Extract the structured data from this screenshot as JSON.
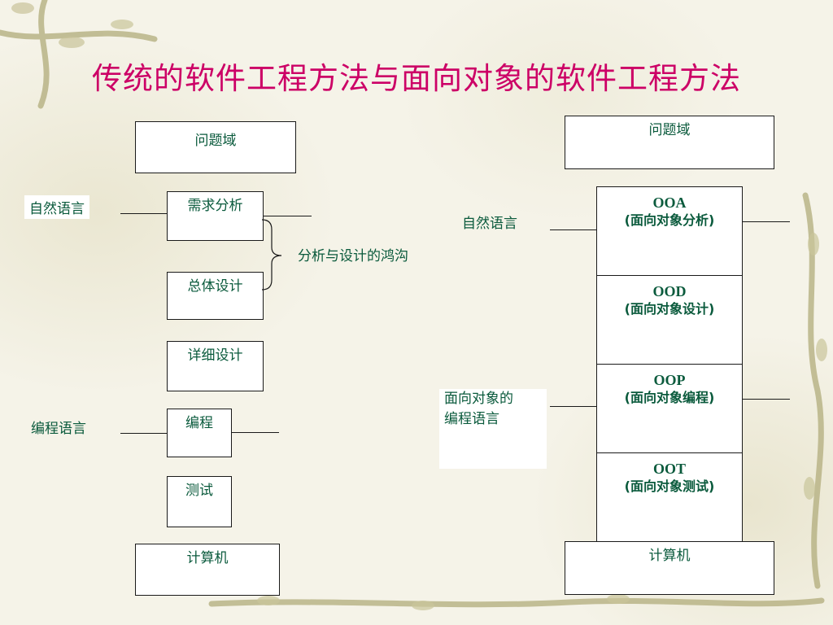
{
  "title": "传统的软件工程方法与面向对象的软件工程方法",
  "left": {
    "problem_domain": "问题域",
    "natural_language": "自然语言",
    "requirements": "需求分析",
    "overall_design": "总体设计",
    "detailed_design": "详细设计",
    "programming_language": "编程语言",
    "coding": "编程",
    "testing": "测试",
    "computer": "计算机",
    "gap_label": "分析与设计的鸿沟"
  },
  "right": {
    "problem_domain": "问题域",
    "natural_language": "自然语言",
    "oo_programming_language": [
      "面向对象的",
      "编程语言"
    ],
    "stages": [
      {
        "abbr": "OOA",
        "full": "(面向对象分析)"
      },
      {
        "abbr": "OOD",
        "full": "(面向对象设计)"
      },
      {
        "abbr": "OOP",
        "full": "(面向对象编程)"
      },
      {
        "abbr": "OOT",
        "full": "(面向对象测试)"
      }
    ],
    "computer": "计算机"
  },
  "colors": {
    "title": "#cc0066",
    "text": "#0a5a3c",
    "background": "#f5f3e8"
  }
}
